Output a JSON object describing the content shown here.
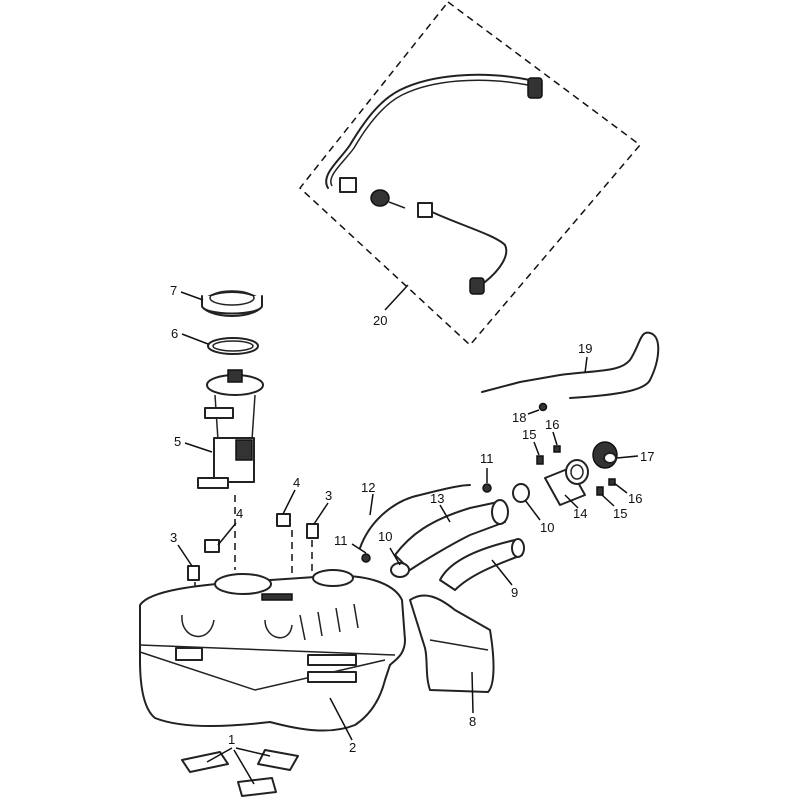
{
  "diagram": {
    "type": "exploded-parts-view",
    "callouts": {
      "c1": "1",
      "c2": "2",
      "c3a": "3",
      "c3b": "3",
      "c4a": "4",
      "c4b": "4",
      "c5": "5",
      "c6": "6",
      "c7": "7",
      "c8": "8",
      "c9": "9",
      "c10a": "10",
      "c10b": "10",
      "c11a": "11",
      "c11b": "11",
      "c12": "12",
      "c13": "13",
      "c14": "14",
      "c15a": "15",
      "c15b": "15",
      "c16a": "16",
      "c16b": "16",
      "c17": "17",
      "c18": "18",
      "c19": "19",
      "c20": "20"
    }
  }
}
